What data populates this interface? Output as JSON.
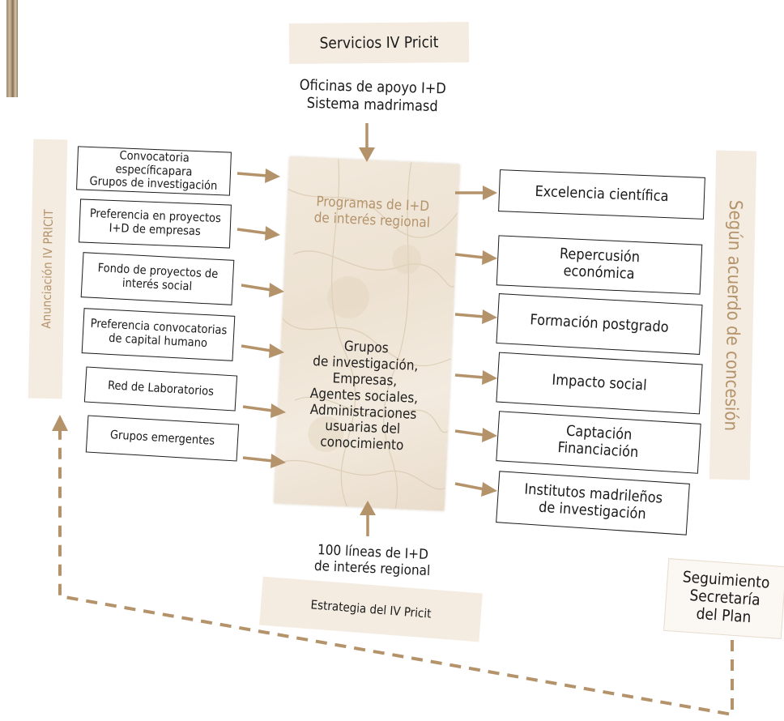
{
  "top_box": {
    "label": "Servicios IV Pricit"
  },
  "top_text": {
    "line1": "Oficinas de apoyo I+D",
    "line2": "Sistema madrimasd"
  },
  "left_vertical": {
    "label": "Anunciación IV PRICIT"
  },
  "right_vertical": {
    "label": "Según acuerdo de concesión"
  },
  "left_items": [
    {
      "line1": "Convocatoria específicapara",
      "line2": "Grupos de investigación"
    },
    {
      "line1": "Preferencia en proyectos",
      "line2": "I+D de empresas"
    },
    {
      "line1": "Fondo de proyectos de",
      "line2": "interés social"
    },
    {
      "line1": "Preferencia convocatorias",
      "line2": "de capital humano"
    },
    {
      "line1": "Red de Laboratorios",
      "line2": ""
    },
    {
      "line1": "Grupos emergentes",
      "line2": ""
    }
  ],
  "center": {
    "title_line1": "Programas de I+D",
    "title_line2": "de interés regional",
    "groups": [
      "Grupos",
      "de investigación,",
      "Empresas,",
      "Agentes sociales,",
      "Administraciones",
      "usuarias del",
      "conocimiento"
    ]
  },
  "right_items": [
    {
      "line1": "Excelencia científica",
      "line2": ""
    },
    {
      "line1": "Repercusión",
      "line2": "económica"
    },
    {
      "line1": "Formación postgrado",
      "line2": ""
    },
    {
      "line1": "Impacto social",
      "line2": ""
    },
    {
      "line1": "Captación",
      "line2": "Financiación"
    },
    {
      "line1": "Institutos madrileños",
      "line2": "de investigación"
    }
  ],
  "bottom_text": {
    "line1": "100 líneas de I+D",
    "line2": "de interés regional"
  },
  "bottom_box": {
    "label": "Estrategia del IV Pricit"
  },
  "followup_box": {
    "line1": "Seguimiento",
    "line2": "Secretaría",
    "line3": "del Plan"
  },
  "colors": {
    "accent": "#b4936a",
    "beige": "#f4ece1",
    "arrow": "#b4936a",
    "border": "#1c1c1c"
  }
}
